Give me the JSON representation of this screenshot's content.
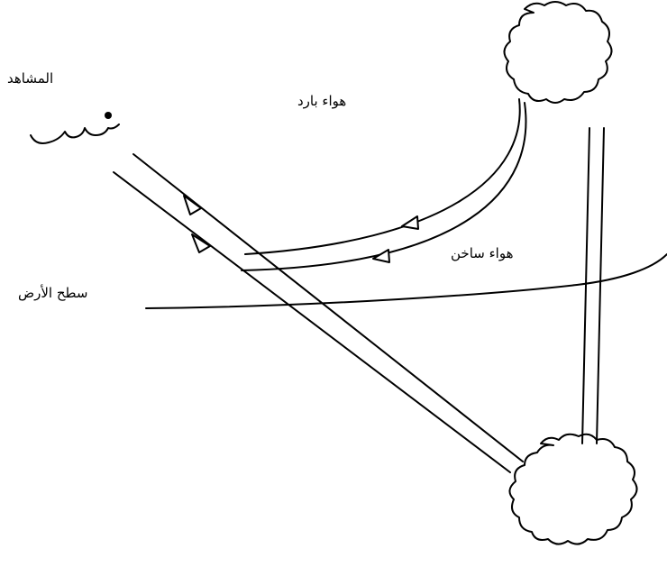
{
  "labels": {
    "observer": "المشاهد",
    "cold_air": "هواء بارد",
    "warm_air": "هواء ساخن",
    "ground_surface": "سطح الأرض"
  },
  "colors": {
    "ink": "#000000",
    "background": "#ffffff"
  },
  "icons": {
    "observer": "observer-figure-icon",
    "sky_object": "cloud-icon",
    "mirage_image": "cloud-icon",
    "ray_direction": "arrowhead-icon"
  }
}
